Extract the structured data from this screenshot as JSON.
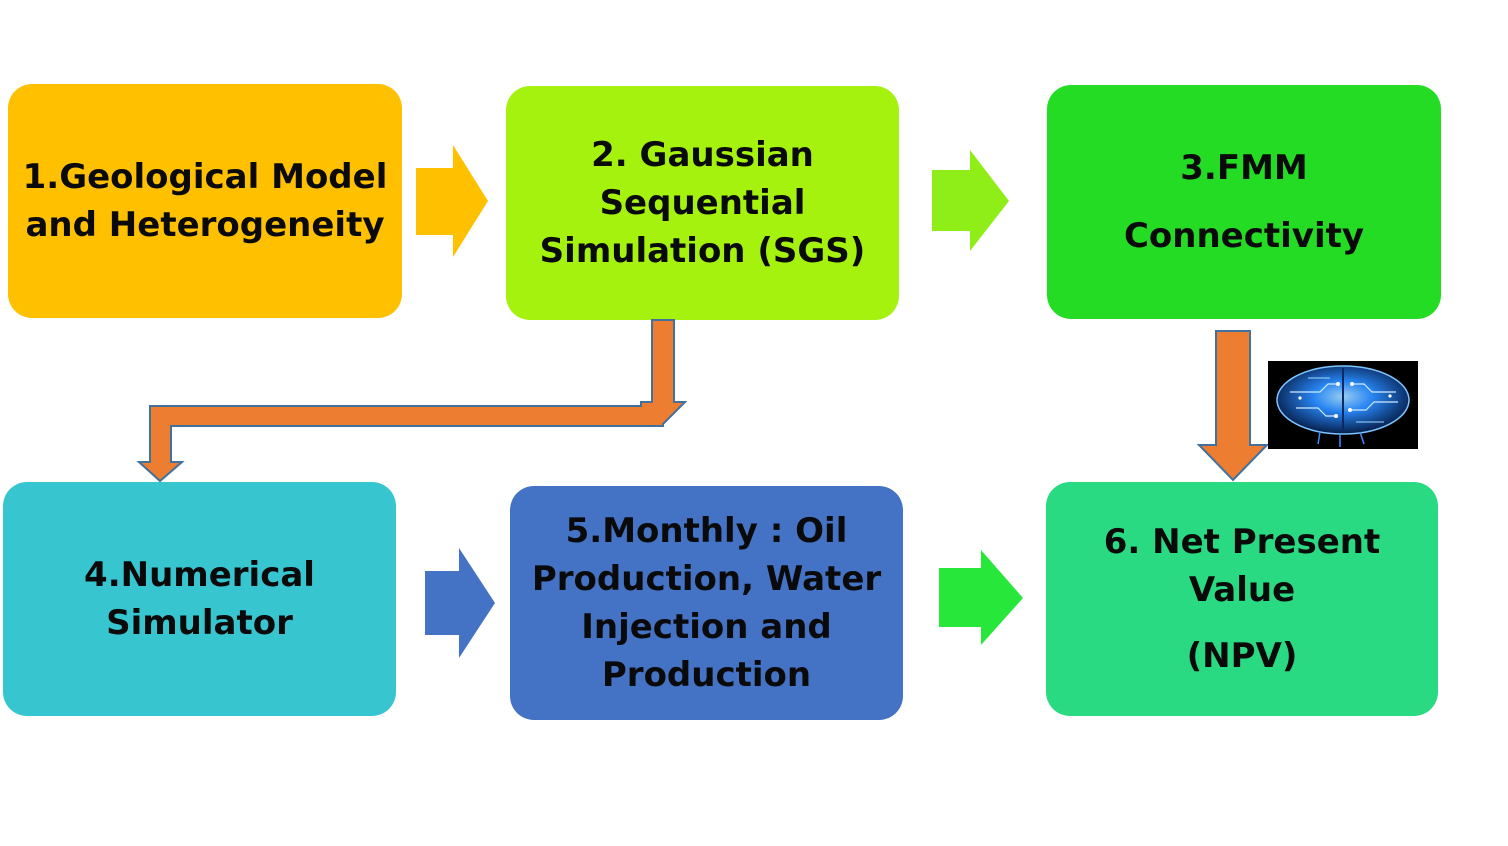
{
  "steps": [
    {
      "lines": [
        "1.Geological Model",
        "and Heterogeneity"
      ]
    },
    {
      "lines": [
        "2. Gaussian",
        "Sequential",
        "Simulation (SGS)"
      ]
    },
    {
      "lines": [
        "3.FMM",
        "Connectivity"
      ]
    },
    {
      "lines": [
        "4.Numerical",
        "Simulator"
      ]
    },
    {
      "lines": [
        "5.Monthly : Oil",
        "Production, Water",
        "Injection and",
        "Production"
      ]
    },
    {
      "lines": [
        "6. Net Present",
        "Value",
        "(NPV)"
      ]
    }
  ],
  "colors": {
    "step1": "#ffc000",
    "step2": "#a6f20f",
    "step3": "#24dc24",
    "step4": "#37c5d0",
    "step5": "#4472c4",
    "step6": "#2ada83",
    "arrow_orange": "#ed7d31",
    "arrow_outline": "#41719c"
  },
  "icons": {
    "brain_image": "brain-circuit-icon"
  }
}
